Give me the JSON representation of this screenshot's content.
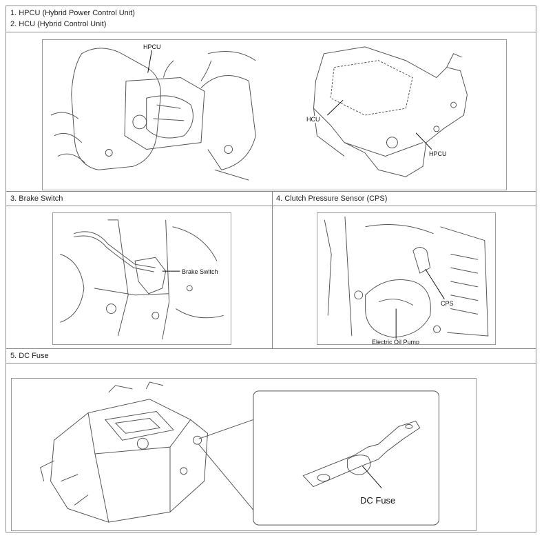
{
  "section1": {
    "line1": "1. HPCU (Hybrid Power Control Unit)",
    "line2": "2. HCU (Hybrid Control Unit)",
    "callouts": {
      "hpcu_left": "HPCU",
      "hcu": "HCU",
      "hpcu_right": "HPCU"
    }
  },
  "section3": {
    "title": "3. Brake Switch",
    "callout": "Brake Switch"
  },
  "section4": {
    "title": "4. Clutch Pressure Sensor (CPS)",
    "callout_cps": "CPS",
    "callout_pump": "Electric Oil Pump"
  },
  "section5": {
    "title": "5. DC Fuse",
    "callout": "DC Fuse"
  }
}
